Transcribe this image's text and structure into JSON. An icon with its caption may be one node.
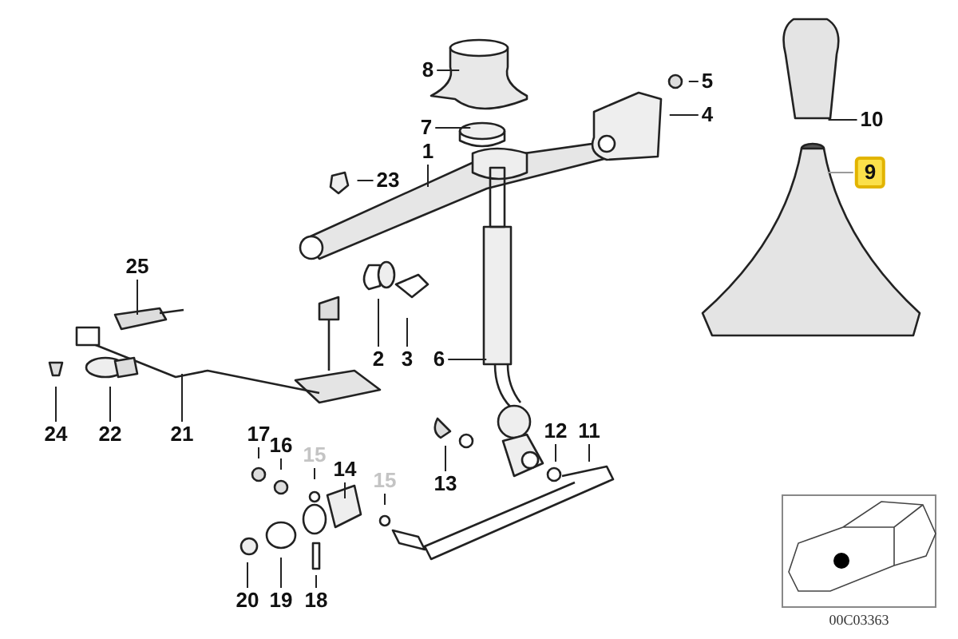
{
  "diagram": {
    "nodes": [
      {
        "text": [
          "8"
        ]
      },
      {
        "text": [
          "5"
        ]
      },
      {
        "text": [
          "7"
        ]
      },
      {
        "text": [
          "4"
        ]
      },
      {
        "text": [
          "10"
        ]
      },
      {
        "text": [
          "1"
        ]
      },
      {
        "text": [
          "23"
        ]
      },
      {
        "text": [
          "9"
        ]
      },
      {
        "text": [
          "25"
        ]
      },
      {
        "text": [
          "2"
        ]
      },
      {
        "text": [
          "3"
        ]
      },
      {
        "text": [
          "6"
        ]
      },
      {
        "text": [
          "24"
        ]
      },
      {
        "text": [
          "22"
        ]
      },
      {
        "text": [
          "21"
        ]
      },
      {
        "text": [
          "17"
        ]
      },
      {
        "text": [
          "16"
        ]
      },
      {
        "text": [
          "15"
        ]
      },
      {
        "text": [
          "14"
        ]
      },
      {
        "text": [
          "15"
        ]
      },
      {
        "text": [
          "13"
        ]
      },
      {
        "text": [
          "12"
        ]
      },
      {
        "text": [
          "11"
        ]
      },
      {
        "text": [
          "20"
        ]
      },
      {
        "text": [
          "19"
        ]
      },
      {
        "text": [
          "18"
        ]
      }
    ],
    "edges": [
      {
        "from": 0,
        "to": null,
        "arrow": "none"
      },
      {
        "from": 1,
        "to": null,
        "arrow": "none"
      },
      {
        "from": 2,
        "to": null,
        "arrow": "none"
      },
      {
        "from": 3,
        "to": null,
        "arrow": "none"
      },
      {
        "from": 4,
        "to": null,
        "arrow": "none"
      },
      {
        "from": 5,
        "to": null,
        "arrow": "none"
      },
      {
        "from": 6,
        "to": null,
        "arrow": "none"
      },
      {
        "from": 7,
        "to": null,
        "arrow": "none",
        "color": "#9a9a9a"
      },
      {
        "from": 8,
        "to": null,
        "arrow": "none"
      },
      {
        "from": 9,
        "to": null,
        "arrow": "none"
      },
      {
        "from": 10,
        "to": null,
        "arrow": "none"
      },
      {
        "from": 11,
        "to": null,
        "arrow": "none"
      },
      {
        "from": 12,
        "to": null,
        "arrow": "none"
      },
      {
        "from": 13,
        "to": null,
        "arrow": "none"
      },
      {
        "from": 14,
        "to": null,
        "arrow": "none"
      },
      {
        "from": 15,
        "to": null,
        "arrow": "none"
      },
      {
        "from": 16,
        "to": null,
        "arrow": "none"
      },
      {
        "from": 17,
        "to": null,
        "arrow": "none"
      },
      {
        "from": 18,
        "to": null,
        "arrow": "none"
      },
      {
        "from": 19,
        "to": null,
        "arrow": "none"
      },
      {
        "from": 20,
        "to": null,
        "arrow": "none"
      },
      {
        "from": 21,
        "to": null,
        "arrow": "none"
      },
      {
        "from": 22,
        "to": null,
        "arrow": "none"
      },
      {
        "from": 23,
        "to": null,
        "arrow": "none"
      },
      {
        "from": 24,
        "to": null,
        "arrow": "none"
      },
      {
        "from": 25,
        "to": null,
        "arrow": "none"
      }
    ],
    "labels": [
      "00C03363"
    ]
  }
}
